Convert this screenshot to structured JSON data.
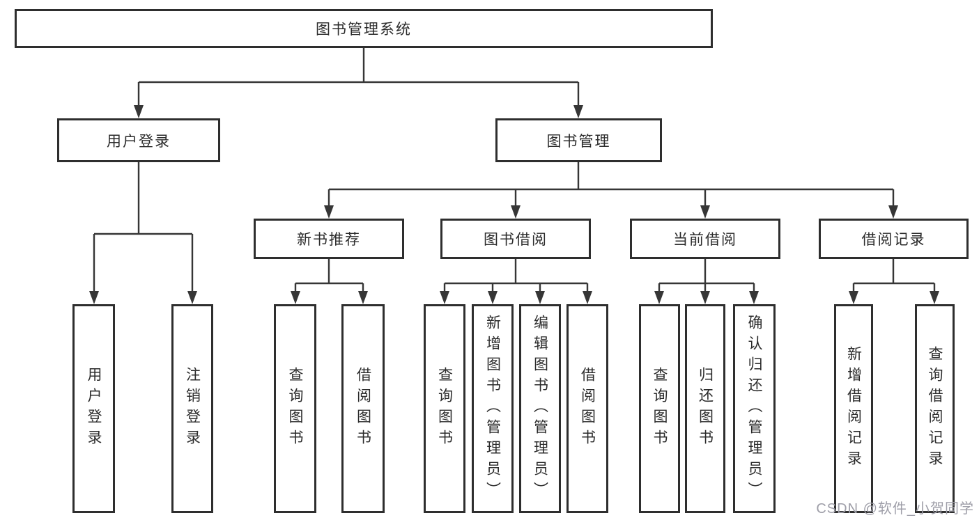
{
  "tree": {
    "label": "图书管理系统",
    "children": [
      {
        "label": "用户登录",
        "children": [
          {
            "label": "用户登录"
          },
          {
            "label": "注销登录"
          }
        ]
      },
      {
        "label": "图书管理",
        "children": [
          {
            "label": "新书推荐",
            "children": [
              {
                "label": "查询图书"
              },
              {
                "label": "借阅图书"
              }
            ]
          },
          {
            "label": "图书借阅",
            "children": [
              {
                "label": "查询图书"
              },
              {
                "label": "新增图书（管理员）"
              },
              {
                "label": "编辑图书（管理员）"
              },
              {
                "label": "借阅图书"
              }
            ]
          },
          {
            "label": "当前借阅",
            "children": [
              {
                "label": "查询图书"
              },
              {
                "label": "归还图书"
              },
              {
                "label": "确认归还（管理员）"
              }
            ]
          },
          {
            "label": "借阅记录",
            "children": [
              {
                "label": "新增借阅记录"
              },
              {
                "label": "查询借阅记录"
              }
            ]
          }
        ]
      }
    ]
  },
  "watermark": {
    "text": "CSDN @软件_小贺同学"
  },
  "colors": {
    "line": "#363636",
    "text": "#2b2b2b",
    "box_border": "#2e2e2e",
    "watermark": "#9e9ea8",
    "background": "#ffffff"
  }
}
